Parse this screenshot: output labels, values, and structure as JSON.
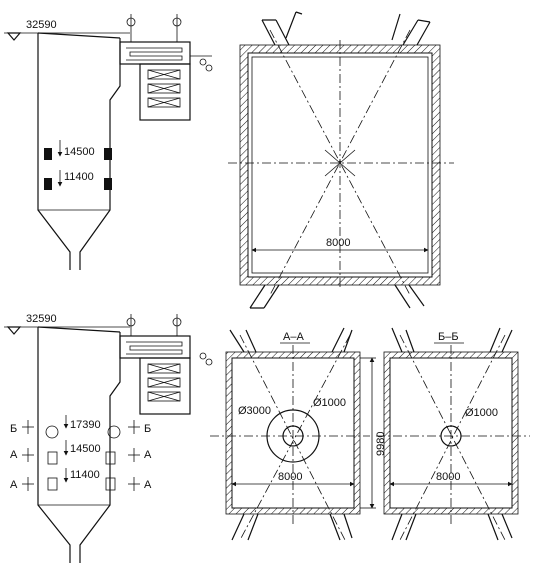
{
  "top_elevation": "32590",
  "top_view": {
    "elevation_upper": "14500",
    "elevation_lower": "11400",
    "width_dim": "8000"
  },
  "bottom_view": {
    "top_elevation": "32590",
    "elevation_b": "17390",
    "elevation_a_upper": "14500",
    "elevation_a_lower": "11400",
    "marker_b": "Б",
    "marker_a": "А"
  },
  "section_aa": {
    "title": "А–А",
    "big_dia": "Ø3000",
    "small_dia": "Ø1000",
    "width_dim": "8000",
    "height_dim": "9980"
  },
  "section_bb": {
    "title": "Б–Б",
    "small_dia": "Ø1000",
    "width_dim": "8000"
  }
}
